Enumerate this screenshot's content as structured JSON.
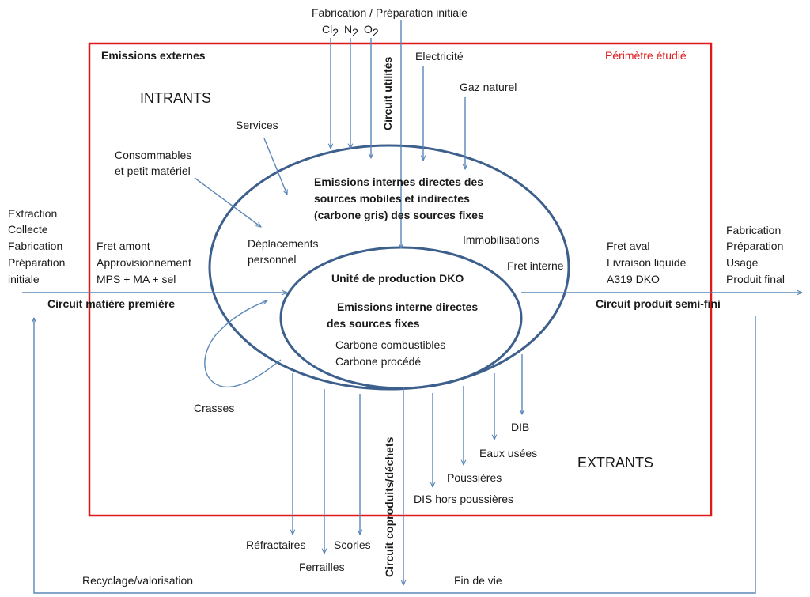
{
  "perimeter_label": "Périmètre étudié",
  "external_emissions": "Emissions externes",
  "inputs_heading": "INTRANTS",
  "outputs_heading": "EXTRANTS",
  "top_source": {
    "title": "Fabrication / Préparation initiale",
    "cl": "Cl",
    "cl_sub": "2",
    "n": "N",
    "n_sub": "2",
    "o": "O",
    "o_sub": "2"
  },
  "circuits": {
    "utilities": "Circuit utilités",
    "raw_material": "Circuit matière première",
    "semi_finished": "Circuit produit semi-fini",
    "coproducts": "Circuit coproduits/déchets"
  },
  "inputs": {
    "electricity": "Electricité",
    "natural_gas": "Gaz naturel",
    "services": "Services",
    "consumables_line1": "Consommables",
    "consumables_line2": "et petit matériel",
    "travel_line1": "Déplacements",
    "travel_line2": "personnel"
  },
  "left_source": [
    "Extraction",
    "Collecte",
    "Fabrication",
    "Préparation",
    "initiale"
  ],
  "upstream_freight": [
    "Fret amont",
    "Approvisionnement",
    "MPS + MA + sel"
  ],
  "downstream_freight": [
    "Fret aval",
    "Livraison liquide",
    "A319 DKO"
  ],
  "right_destination": [
    "Fabrication",
    "Préparation",
    "Usage",
    "Produit final"
  ],
  "outer_ellipse": {
    "title_line1": "Emissions internes directes des",
    "title_line2": "sources mobiles  et indirectes",
    "title_line3": "(carbone gris) des sources fixes",
    "fixed_assets": "Immobilisations",
    "internal_freight": "Fret interne"
  },
  "inner_ellipse": {
    "unit": "Unité de production  DKO",
    "title_line1": "Emissions interne directes",
    "title_line2": "des sources fixes",
    "fuel_carbon": "Carbone combustibles",
    "process_carbon": "Carbone procédé"
  },
  "dross": "Crasses",
  "outputs": {
    "dib": "DIB",
    "wastewater": "Eaux usées",
    "dust": "Poussières",
    "dis": "DIS hors poussières",
    "refractories": "Réfractaires",
    "scrap": "Ferrailles",
    "slag": "Scories"
  },
  "bottom": {
    "recycling": "Recyclage/valorisation",
    "end_of_life": "Fin de vie"
  },
  "colors": {
    "perimeter": "#e01818",
    "ellipse": "#3d5f8c",
    "arrow": "#5b86b8"
  }
}
